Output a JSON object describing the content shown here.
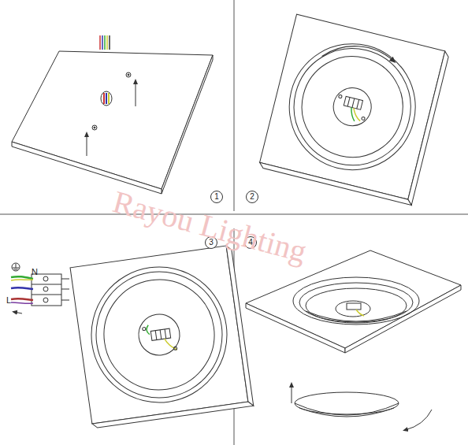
{
  "diagram": {
    "nodes": [
      {
        "text": [
          "1"
        ]
      },
      {
        "text": [
          "2"
        ]
      },
      {
        "text": [
          "3"
        ]
      },
      {
        "text": [
          "4"
        ]
      }
    ],
    "labels": [
      "N",
      "L",
      "Rayou Lighting"
    ]
  }
}
